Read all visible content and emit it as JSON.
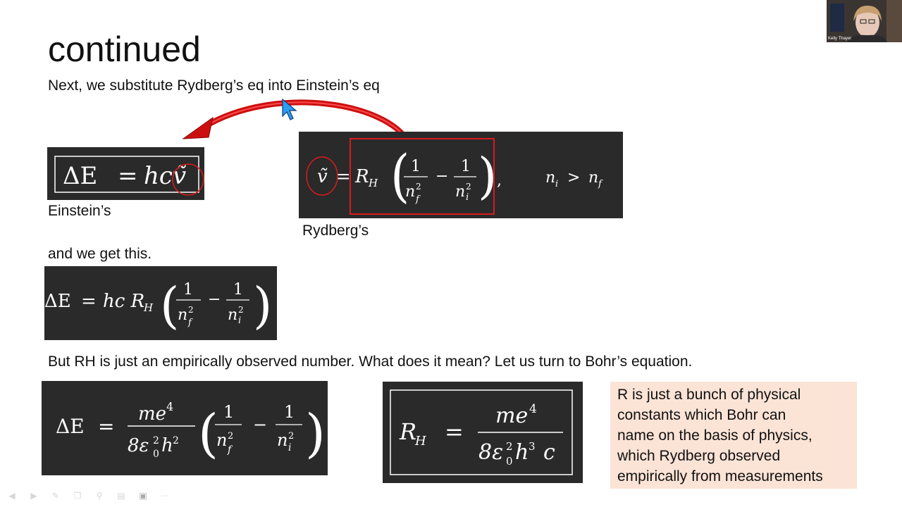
{
  "slide": {
    "title": "continued",
    "intro": "Next, we substitute Rydberg’s eq into Einstein’s eq",
    "einstein_label": "Einstein’s",
    "rydberg_label": "Rydberg’s",
    "result_intro": "and we get this.",
    "question": "But RH is just an empirically observed number. What does it mean? Let us turn to Bohr’s equation.",
    "note_lines": [
      "R is just a bunch of physical",
      "constants which Bohr can",
      "name on the basis of physics,",
      "which Rydberg observed",
      "empirically from measurements"
    ]
  },
  "equations": {
    "einstein": {
      "lhs": "ΔE",
      "eq": "=",
      "rhs": "hcṽ"
    },
    "rydberg": {
      "lhs": "ṽ",
      "eq": "=",
      "coef": "R",
      "coef_sub": "H",
      "one": "1",
      "n": "n",
      "sub_f": "f",
      "sub_i": "i",
      "sq": "2",
      "minus": "−",
      "comma": ",",
      "cond_lhs": "n",
      "cond_gt": ">",
      "cond_rhs": "n"
    },
    "combined": {
      "lhs": "ΔE",
      "eq": "=",
      "rhs": "hc R",
      "rhs_sub": "H"
    },
    "bohr": {
      "lhs": "ΔE",
      "eq": "=",
      "num": "me",
      "num_sup": "4",
      "den_a": "8ε",
      "den_sub": "0",
      "den_sup": "2",
      "den_b": "h",
      "den_b_sup": "2"
    },
    "rh": {
      "lhs": "R",
      "lhs_sub": "H",
      "eq": "=",
      "num": "me",
      "num_sup": "4",
      "den_a": "8ε",
      "den_sub": "0",
      "den_sup": "2",
      "den_b": "h",
      "den_b_sup": "3",
      "den_c": "c"
    }
  },
  "presenter": {
    "name": "Kelly Thayer"
  },
  "colors": {
    "equation_bg": "#2a2a2a",
    "highlight_red": "#d91b1b",
    "note_bg": "#fbe3d6",
    "arrow_red": "#cc1010"
  },
  "icons": [
    "back-icon",
    "forward-icon",
    "pen-icon",
    "copy-icon",
    "zoom-icon",
    "subtitles-icon",
    "camera-icon",
    "more-icon"
  ]
}
